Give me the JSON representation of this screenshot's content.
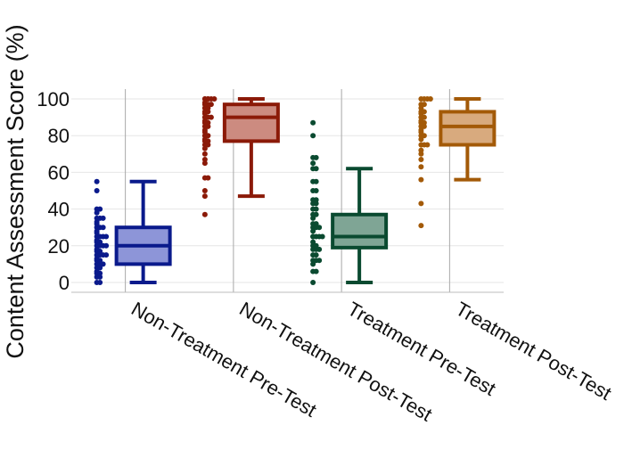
{
  "chart_data": {
    "type": "box",
    "title": "",
    "xlabel": "",
    "ylabel": "Content Assessment Score (%)",
    "ylim": [
      -5,
      105
    ],
    "yticks": [
      0,
      20,
      40,
      60,
      80,
      100
    ],
    "ytick_labels": [
      "0",
      "20",
      "40",
      "60",
      "80",
      "100"
    ],
    "grid": true,
    "legend": "none",
    "categories": [
      "Non-Treatment Pre-Test",
      "Non-Treatment Post-Test",
      "Treatment Pre-Test",
      "Treatment Post-Test"
    ],
    "series": [
      {
        "category": "Non-Treatment Pre-Test",
        "color": "#0a1a8c",
        "fill": "#8d95d8",
        "stats": {
          "min": 0,
          "q1": 10,
          "median": 20,
          "q3": 30,
          "max": 55
        },
        "points": [
          0,
          0,
          3,
          3,
          5,
          5,
          6,
          8,
          8,
          10,
          10,
          10,
          12,
          12,
          13,
          15,
          15,
          15,
          15,
          17,
          17,
          18,
          20,
          20,
          20,
          20,
          22,
          22,
          23,
          25,
          25,
          25,
          25,
          27,
          28,
          30,
          30,
          30,
          32,
          33,
          35,
          35,
          35,
          38,
          40,
          40,
          50,
          55
        ]
      },
      {
        "category": "Non-Treatment Post-Test",
        "color": "#8b1a08",
        "fill": "#cc8b80",
        "stats": {
          "min": 47,
          "q1": 77,
          "median": 90,
          "q3": 97,
          "max": 100
        },
        "points": [
          37,
          47,
          50,
          57,
          57,
          65,
          67,
          70,
          73,
          75,
          75,
          77,
          77,
          78,
          80,
          80,
          82,
          83,
          85,
          85,
          87,
          87,
          88,
          90,
          90,
          90,
          92,
          93,
          93,
          95,
          95,
          97,
          97,
          97,
          98,
          100,
          100,
          100,
          100,
          100,
          100
        ]
      },
      {
        "category": "Treatment Pre-Test",
        "color": "#0a4a30",
        "fill": "#7fa595",
        "stats": {
          "min": 0,
          "q1": 19,
          "median": 25,
          "q3": 37,
          "max": 62
        },
        "points": [
          0,
          6,
          6,
          10,
          12,
          12,
          12,
          15,
          15,
          18,
          18,
          18,
          20,
          20,
          22,
          25,
          25,
          25,
          25,
          25,
          28,
          30,
          30,
          30,
          32,
          32,
          35,
          37,
          37,
          40,
          40,
          43,
          43,
          45,
          45,
          50,
          50,
          55,
          55,
          62,
          62,
          65,
          68,
          68,
          80,
          87
        ]
      },
      {
        "category": "Treatment Post-Test",
        "color": "#a35a08",
        "fill": "#d8aa7e",
        "stats": {
          "min": 56,
          "q1": 75,
          "median": 85,
          "q3": 93,
          "max": 100
        },
        "points": [
          31,
          43,
          56,
          63,
          67,
          70,
          72,
          75,
          75,
          75,
          78,
          80,
          80,
          82,
          83,
          85,
          85,
          87,
          87,
          88,
          90,
          90,
          92,
          93,
          93,
          95,
          97,
          97,
          100,
          100,
          100,
          100
        ]
      }
    ]
  }
}
